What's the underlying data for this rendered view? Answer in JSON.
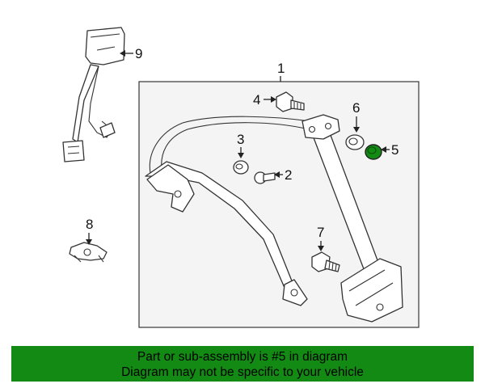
{
  "diagram": {
    "callouts": {
      "c1": "1",
      "c2": "2",
      "c3": "3",
      "c4": "4",
      "c5": "5",
      "c6": "6",
      "c7": "7",
      "c8": "8",
      "c9": "9"
    },
    "highlight_color": "#138a13"
  },
  "banner": {
    "line1": "Part or sub-assembly is #5 in diagram",
    "line2": "Diagram may not be specific to your vehicle",
    "background": "#138a13"
  }
}
